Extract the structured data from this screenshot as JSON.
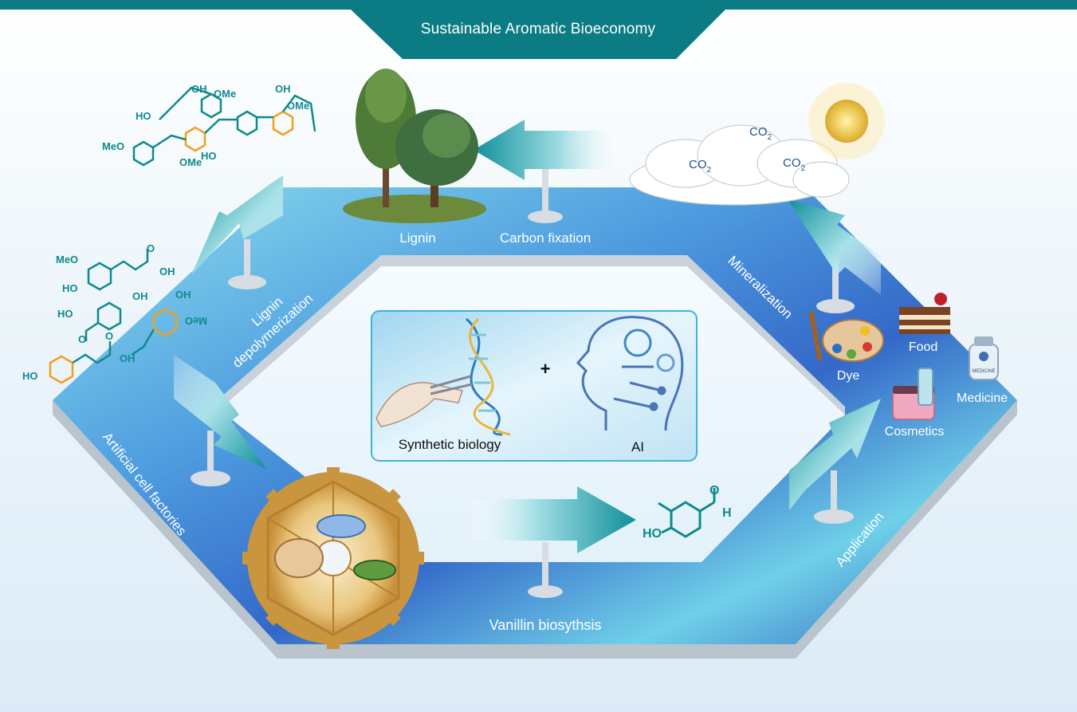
{
  "banner": {
    "title": "Sustainable Aromatic Bioeconomy"
  },
  "stages": {
    "carbon_fixation": "Carbon fixation",
    "lignin": "Lignin",
    "mineralization": "Mineralization",
    "lignin_depolymerization_line1": "Lignin",
    "lignin_depolymerization_line2": "depolymerization",
    "artificial_cell_factories": "Artificial cell factories",
    "vanillin_biosynthesis": "Vanillin biosythsis",
    "application": "Application"
  },
  "center_panel": {
    "synthetic_biology": "Synthetic biology",
    "plus": "+",
    "ai": "AI"
  },
  "applications": {
    "food": "Food",
    "dye": "Dye",
    "medicine": "Medicine",
    "cosmetics": "Cosmetics",
    "medicine_bottle_label": "MEDICINE"
  },
  "co2": {
    "a": {
      "base": "CO",
      "sub": "2"
    },
    "b": {
      "base": "CO",
      "sub": "2"
    },
    "c": {
      "base": "CO",
      "sub": "2"
    }
  },
  "chem_labels": {
    "ome": "OMe",
    "oh": "OH",
    "meo": "MeO",
    "ho": "HO",
    "o": "O",
    "h": "H"
  },
  "colors": {
    "banner": "#0b7b84",
    "platform_blue": "#2f6fd0",
    "platform_cyan": "#7fdcea",
    "arrow_teal": "#1a9aa6",
    "chem_teal": "#0f8a8c",
    "chem_orange": "#f0a020",
    "gear_gold": "#d8a650"
  }
}
